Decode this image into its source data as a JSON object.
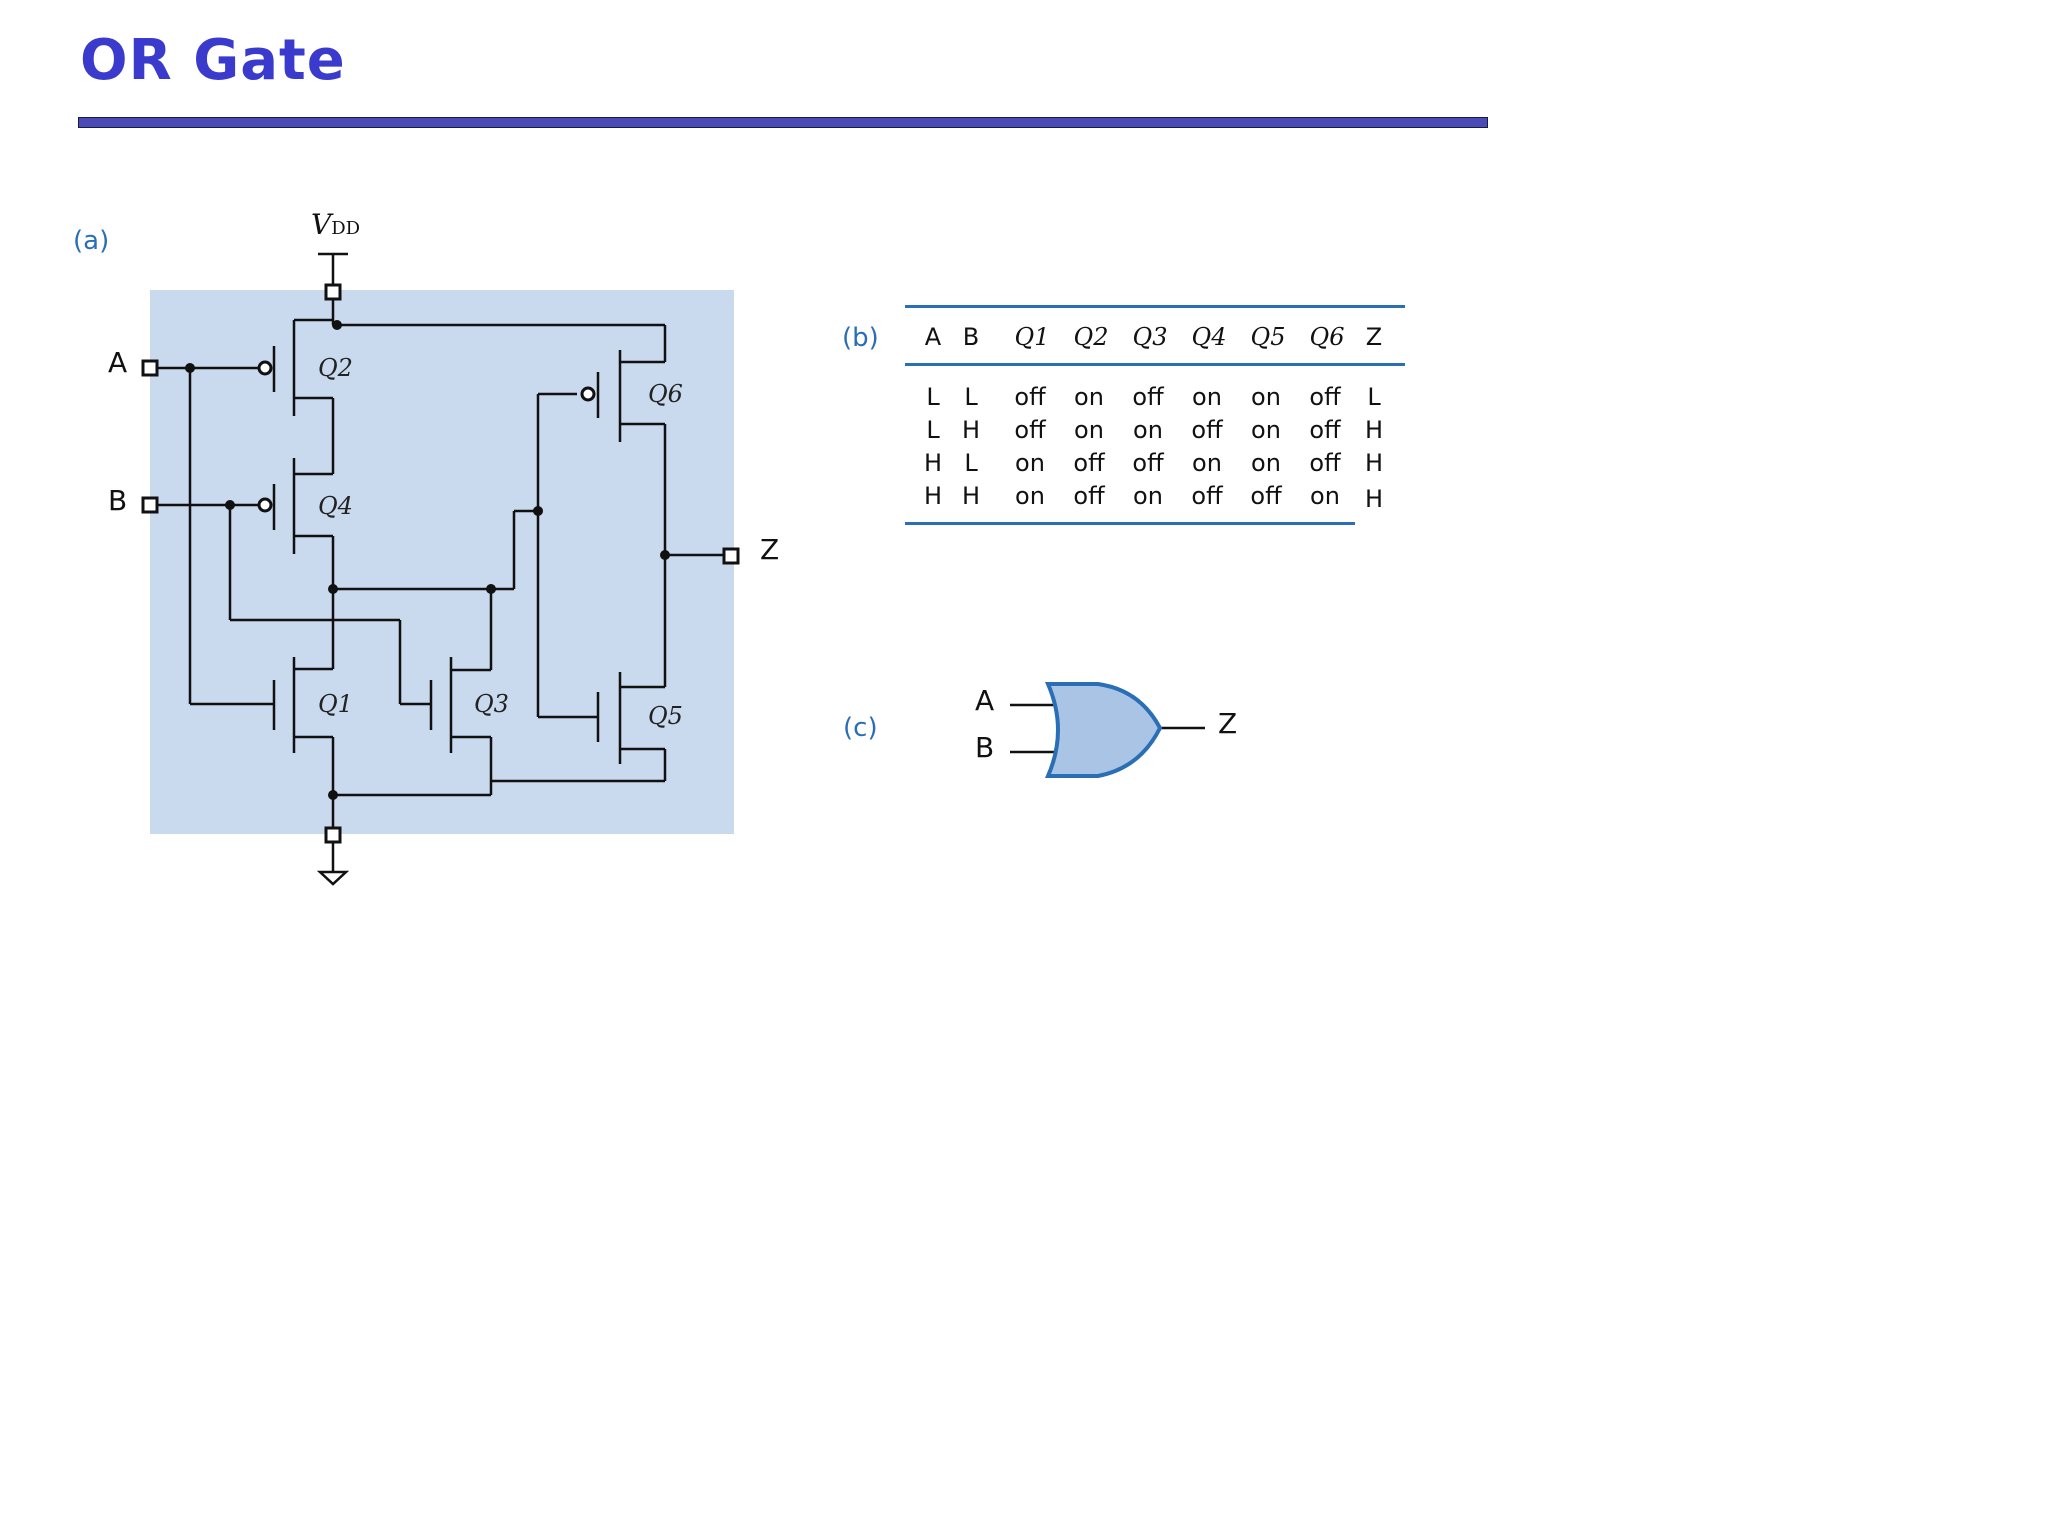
{
  "title": "OR Gate",
  "panel_labels": {
    "a": "(a)",
    "b": "(b)",
    "c": "(c)"
  },
  "circuit": {
    "supply": "V",
    "supply_sub": "DD",
    "inputs": [
      "A",
      "B"
    ],
    "output": "Z",
    "transistors": [
      "Q2",
      "Q4",
      "Q6",
      "Q1",
      "Q3",
      "Q5"
    ]
  },
  "truth_table": {
    "headers": [
      "A",
      "B",
      "Q1",
      "Q2",
      "Q3",
      "Q4",
      "Q5",
      "Q6",
      "Z"
    ],
    "rows": [
      [
        "L",
        "L",
        "off",
        "on",
        "off",
        "on",
        "on",
        "off",
        "L"
      ],
      [
        "L",
        "H",
        "off",
        "on",
        "on",
        "off",
        "on",
        "off",
        "H"
      ],
      [
        "H",
        "L",
        "on",
        "off",
        "off",
        "on",
        "on",
        "off",
        "H"
      ],
      [
        "H",
        "H",
        "on",
        "off",
        "on",
        "off",
        "off",
        "on",
        "H"
      ]
    ]
  },
  "gate_symbol": {
    "inputs": [
      "A",
      "B"
    ],
    "output": "Z"
  },
  "colors": {
    "title": "#3a3acc",
    "rule": "#4b4bb8",
    "accent": "#2a6fb5",
    "panel_bg": "#c9d9ee",
    "gate_fill": "#a9c4e4"
  }
}
